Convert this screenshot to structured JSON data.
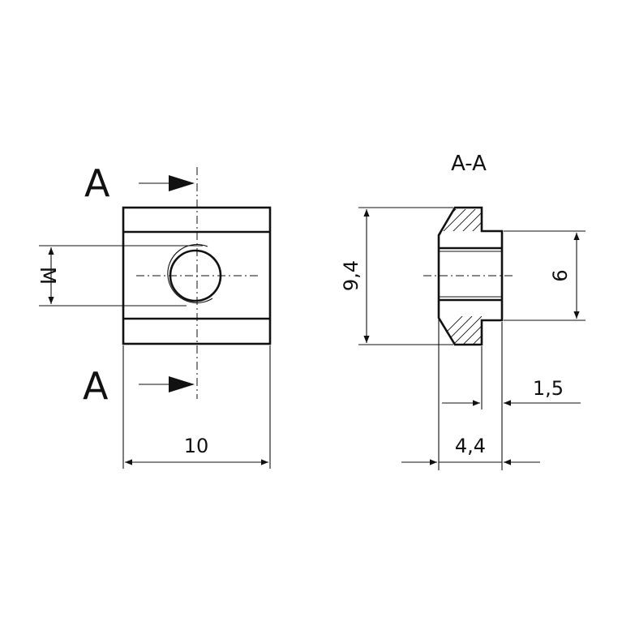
{
  "section_marks": {
    "top": "A",
    "bottom": "A"
  },
  "section_title": "A-A",
  "dimensions": {
    "thread": "M",
    "width": "10",
    "height": "9,4",
    "bore": "6",
    "step": "1,5",
    "depth": "4,4"
  },
  "colors": {
    "line": "#111111",
    "background": "#ffffff"
  }
}
